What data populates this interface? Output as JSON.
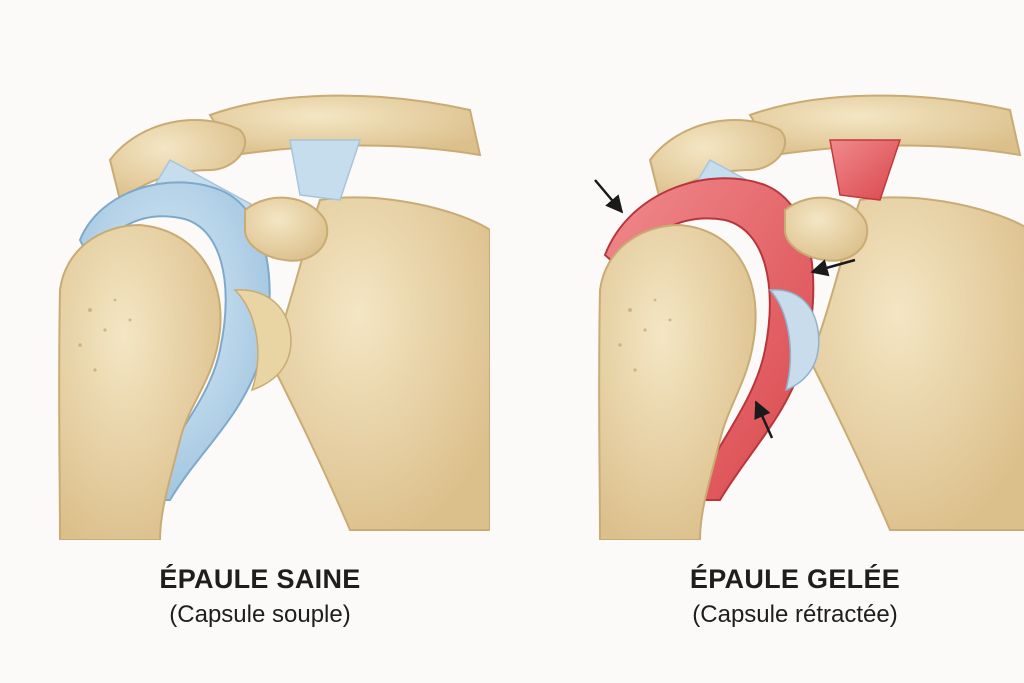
{
  "panels": [
    {
      "title": "ÉPAULE SAINE",
      "subtitle": "(Capsule souple)",
      "capsule_color": "#a9c9e2"
    },
    {
      "title": "ÉPAULE GELÉE",
      "subtitle": "(Capsule rétractée)",
      "capsule_color": "#e0585c"
    }
  ],
  "colors": {
    "bone": "#ecd9ad",
    "bone_shadow": "#d8bf8a",
    "cartilage": "#b9d6ec",
    "ligament": "#c6ddee",
    "inflamed": "#e65a5e",
    "arrow": "#1a1a1a"
  },
  "icons": [
    "arrow-icon"
  ]
}
